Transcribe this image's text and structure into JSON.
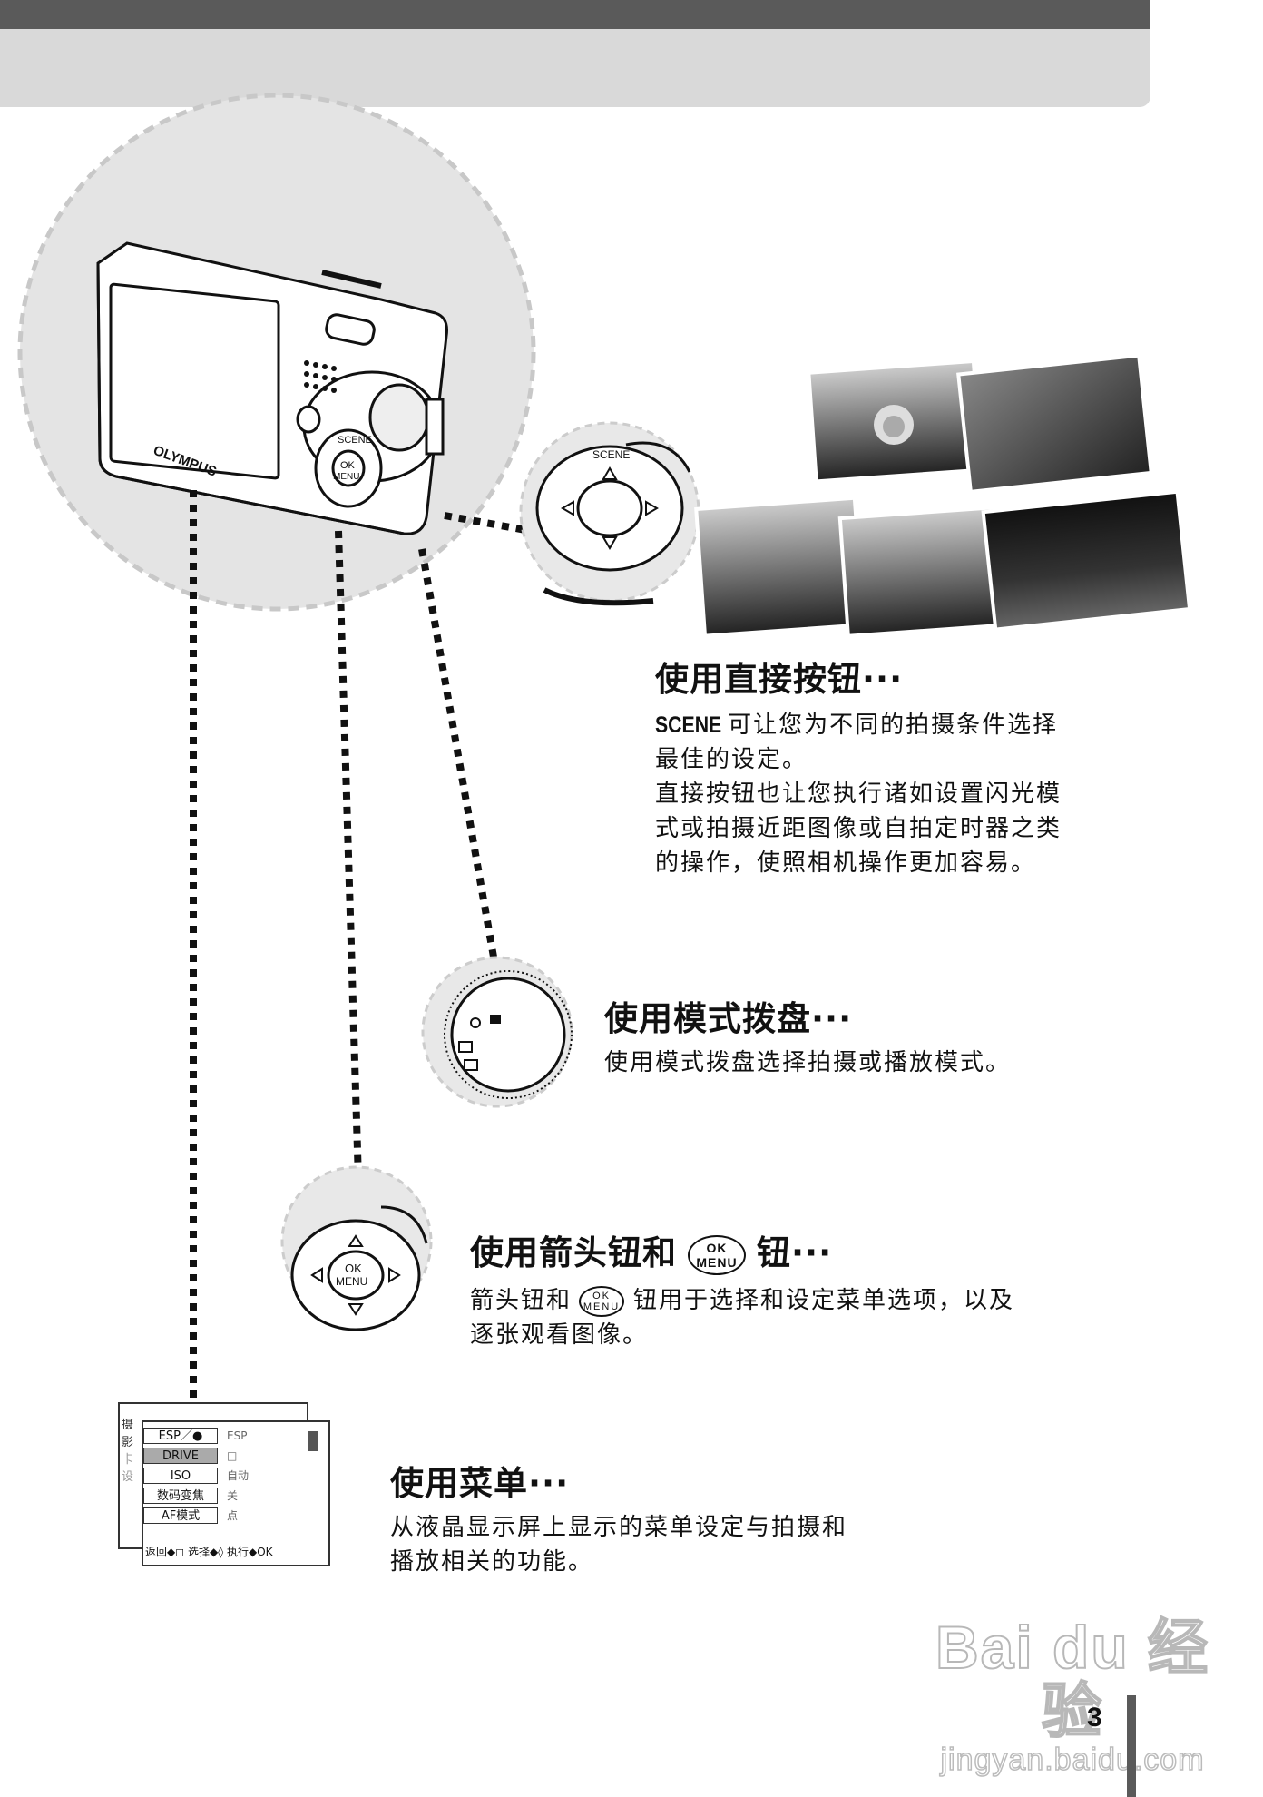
{
  "sections": [
    {
      "heading": "使用直接按钮···",
      "scene_tag": "SCENE",
      "line1": "可让您为不同的拍摄条件选择最佳的设定。",
      "line2": "直接按钮也让您执行诸如设置闪光模式或拍摄近距图像或自拍定时器之类的操作，使照相机操作更加容易。"
    },
    {
      "heading": "使用模式拨盘···",
      "body": "使用模式拨盘选择拍摄或播放模式。"
    },
    {
      "heading_a": "使用箭头钮和",
      "heading_b": "钮···",
      "body_a": "箭头钮和",
      "body_b": "钮用于选择和设定菜单选项，以及逐张观看图像。"
    },
    {
      "heading": "使用菜单···",
      "body": "从液晶显示屏上显示的菜单设定与拍摄和播放相关的功能。"
    }
  ],
  "ok_button": {
    "line1": "OK",
    "line2": "MENU"
  },
  "camera": {
    "brand": "OLYMPUS",
    "scene_label": "SCENE",
    "ok_label": "OK",
    "menu_label": "MENU"
  },
  "menu_screen": {
    "side_labels": [
      "摄",
      "影",
      "卡",
      "设"
    ],
    "rows": [
      {
        "option": "ESP／●",
        "value": "ESP",
        "selected": false
      },
      {
        "option": "DRIVE",
        "value": "□",
        "selected": true
      },
      {
        "option": "ISO",
        "value": "自动",
        "selected": false
      },
      {
        "option": "数码变焦",
        "value": "关",
        "selected": false
      },
      {
        "option": "AF模式",
        "value": "点",
        "selected": false
      }
    ],
    "footer": "返回◆◻ 选择◆◊ 执行◆OK"
  },
  "watermark": {
    "logo": "Bai du 经验",
    "url": "jingyan.baidu.com"
  },
  "page_number": "3"
}
